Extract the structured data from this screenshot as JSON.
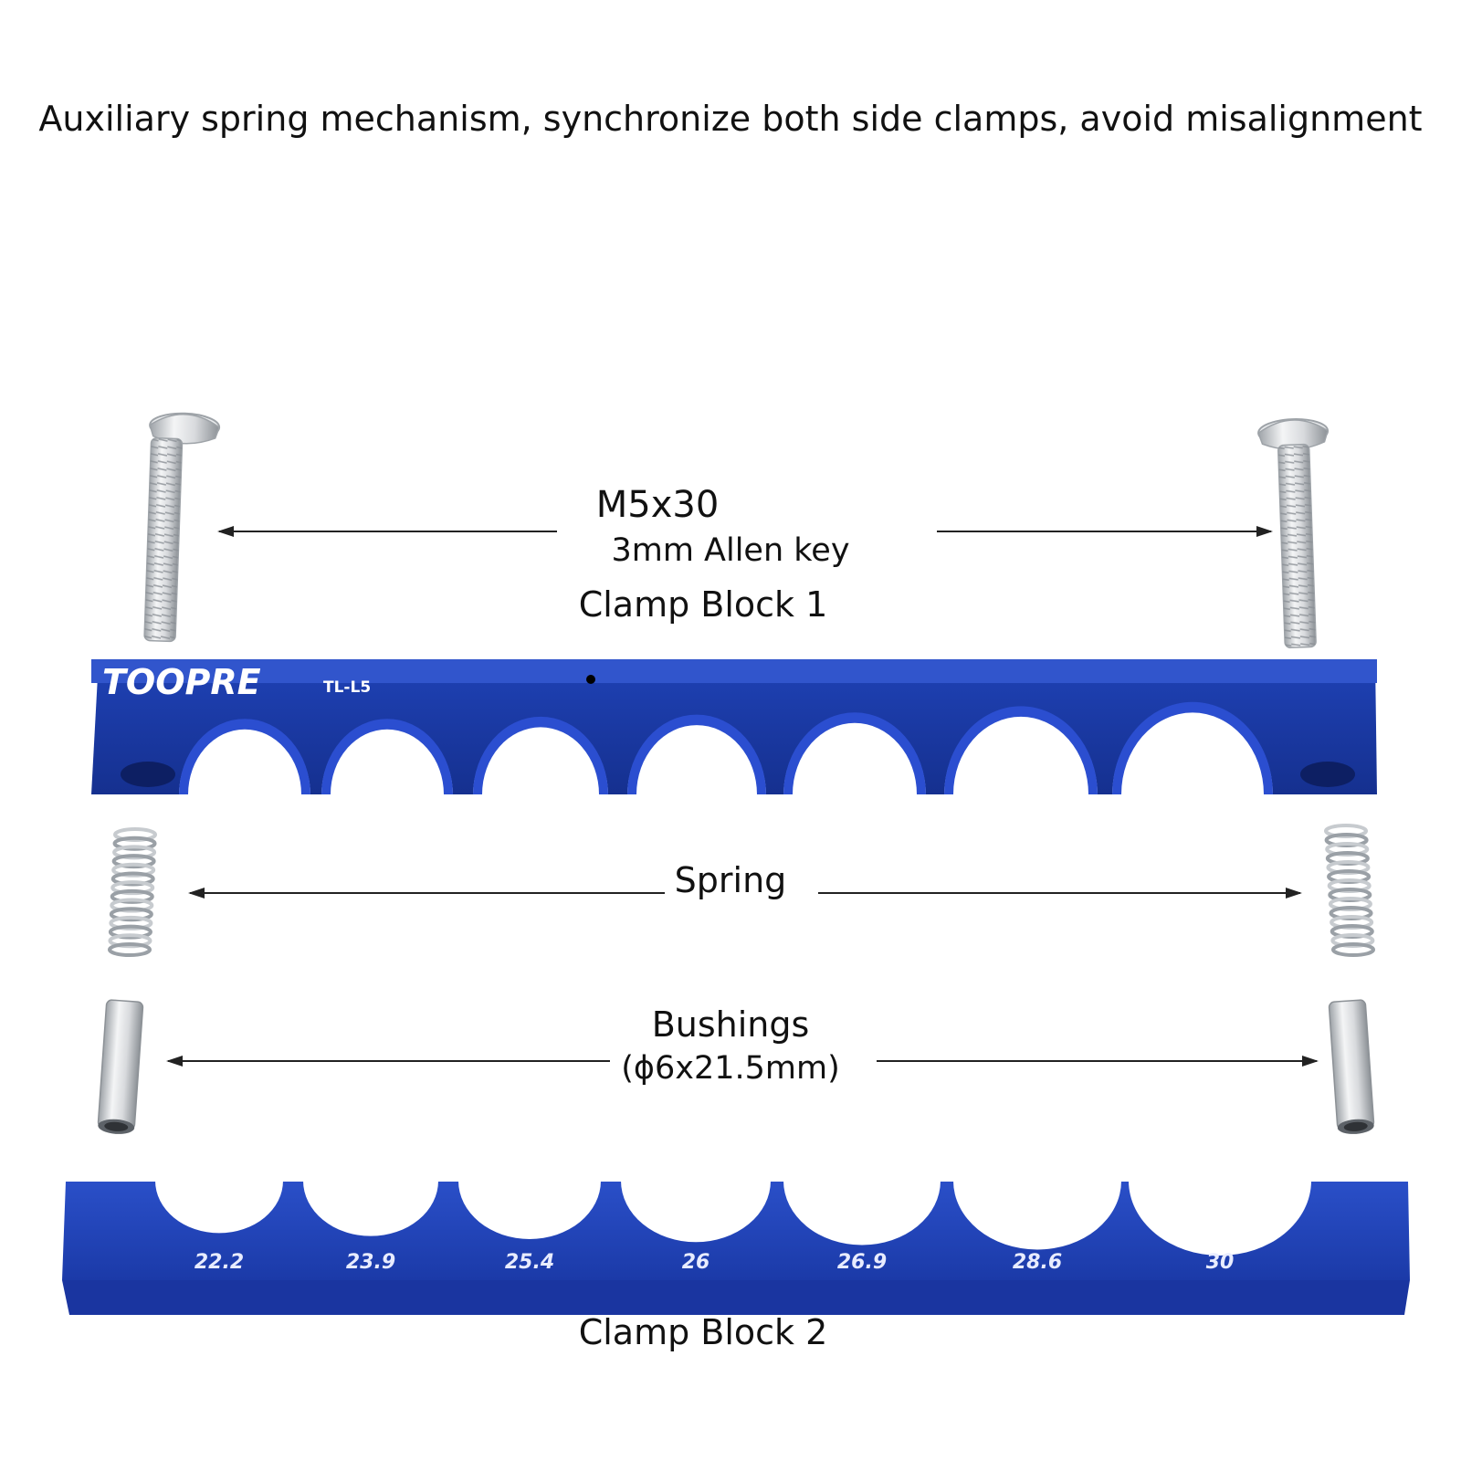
{
  "headline": "Auxiliary spring mechanism, synchronize both side clamps, avoid misalignment",
  "labels": {
    "screw": "M5x30",
    "allen_key": "3mm Allen key",
    "clamp_block_1": "Clamp Block 1",
    "spring": "Spring",
    "bushings": "Bushings",
    "bushing_size": "(ϕ6x21.5mm)",
    "clamp_block_2": "Clamp Block 2"
  },
  "clamp1": {
    "brand": "TOOPRE",
    "model": "TL-L5"
  },
  "clamp2": {
    "sizes": [
      "22.2",
      "23.9",
      "25.4",
      "26",
      "26.9",
      "28.6",
      "30"
    ]
  },
  "colors": {
    "clamp_blue": "#1c3fb0",
    "clamp_dark": "#142f8a",
    "clamp_shade": "#3350c0",
    "metal": "#c9ccd0",
    "arrow": "#222222"
  }
}
